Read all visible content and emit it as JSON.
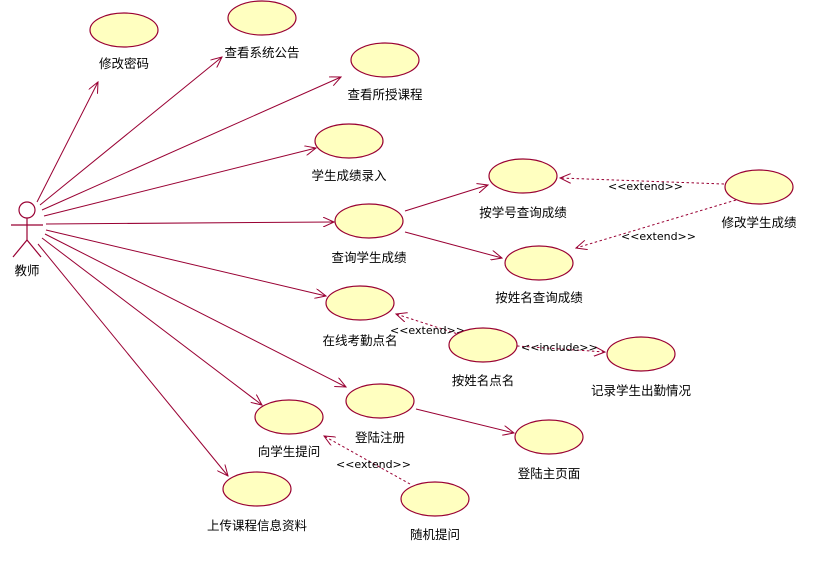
{
  "actor": {
    "label": "教师",
    "icon": "stick-figure-actor-icon"
  },
  "use_cases": {
    "change_password": "修改密码",
    "view_announcements": "查看系统公告",
    "view_courses": "查看所授课程",
    "enter_grades": "学生成绩录入",
    "query_grades": "查询学生成绩",
    "query_by_id": "按学号查询成绩",
    "query_by_name": "按姓名查询成绩",
    "modify_grades": "修改学生成绩",
    "online_attendance": "在线考勤点名",
    "roll_call_by_name": "按姓名点名",
    "record_attendance": "记录学生出勤情况",
    "login_register": "登陆注册",
    "main_page": "登陆主页面",
    "ask_students": "向学生提问",
    "random_question": "随机提问",
    "upload_materials": "上传课程信息资料"
  },
  "stereotypes": {
    "extend_modify_by_id": "<<extend>>",
    "extend_modify_by_name": "<<extend>>",
    "extend_rollcall_attendance": "<<extend>>",
    "include_rollcall_record": "<<include>>",
    "extend_random_ask": "<<extend>>"
  },
  "colors": {
    "line": "#990033",
    "use_case_fill": "#ffffc0",
    "background": "#ffffff"
  }
}
